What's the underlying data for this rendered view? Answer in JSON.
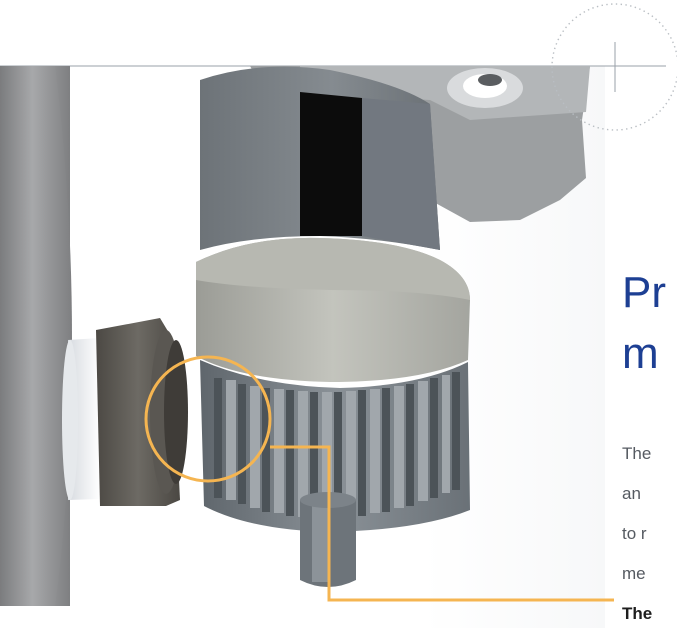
{
  "heading": {
    "line1": "Pr",
    "line2": "m"
  },
  "body": {
    "lines": [
      "The",
      "an",
      "to r",
      "me"
    ],
    "bold_line": "The"
  },
  "colors": {
    "heading": "#1d3f93",
    "text": "#555a61",
    "callout": "#f5b551",
    "rule": "#9aa1a8"
  },
  "icons": {
    "corner_mark": "dotted-circle-crosshair-icon",
    "callout": "magnifier-callout-icon"
  }
}
